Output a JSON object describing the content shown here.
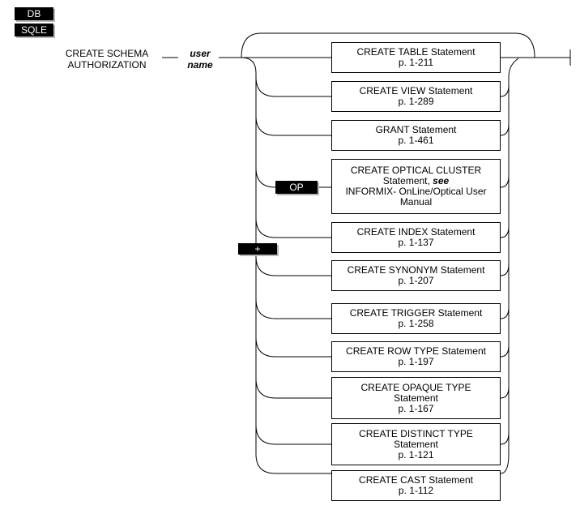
{
  "tags": {
    "db": "DB",
    "sqle": "SQLE",
    "op": "OP",
    "plus": "+"
  },
  "lead": {
    "line1": "CREATE SCHEMA",
    "line2": "AUTHORIZATION",
    "var1": "user",
    "var2": "name"
  },
  "boxes": [
    {
      "l1": "CREATE TABLE Statement",
      "l2": "p. 1-211",
      "l3": "",
      "l4": ""
    },
    {
      "l1": "CREATE VIEW Statement",
      "l2": "p. 1-289",
      "l3": "",
      "l4": ""
    },
    {
      "l1": "GRANT Statement",
      "l2": "p. 1-461",
      "l3": "",
      "l4": ""
    },
    {
      "l1": "CREATE OPTICAL CLUSTER",
      "l2": "Statement, see",
      "l3": "INFORMIX- OnLine/Optical User",
      "l4": "Manual"
    },
    {
      "l1": "CREATE INDEX Statement",
      "l2": "p. 1-137",
      "l3": "",
      "l4": ""
    },
    {
      "l1": "CREATE SYNONYM Statement",
      "l2": "p. 1-207",
      "l3": "",
      "l4": ""
    },
    {
      "l1": "CREATE TRIGGER Statement",
      "l2": "p. 1-258",
      "l3": "",
      "l4": ""
    },
    {
      "l1": "CREATE ROW TYPE Statement",
      "l2": "p. 1-197",
      "l3": "",
      "l4": ""
    },
    {
      "l1": "CREATE OPAQUE TYPE",
      "l2": "Statement",
      "l3": "p. 1-167",
      "l4": ""
    },
    {
      "l1": "CREATE DISTINCT TYPE",
      "l2": "Statement",
      "l3": "p. 1-121",
      "l4": ""
    },
    {
      "l1": "CREATE CAST Statement",
      "l2": "p. 1-112",
      "l3": "",
      "l4": ""
    }
  ]
}
